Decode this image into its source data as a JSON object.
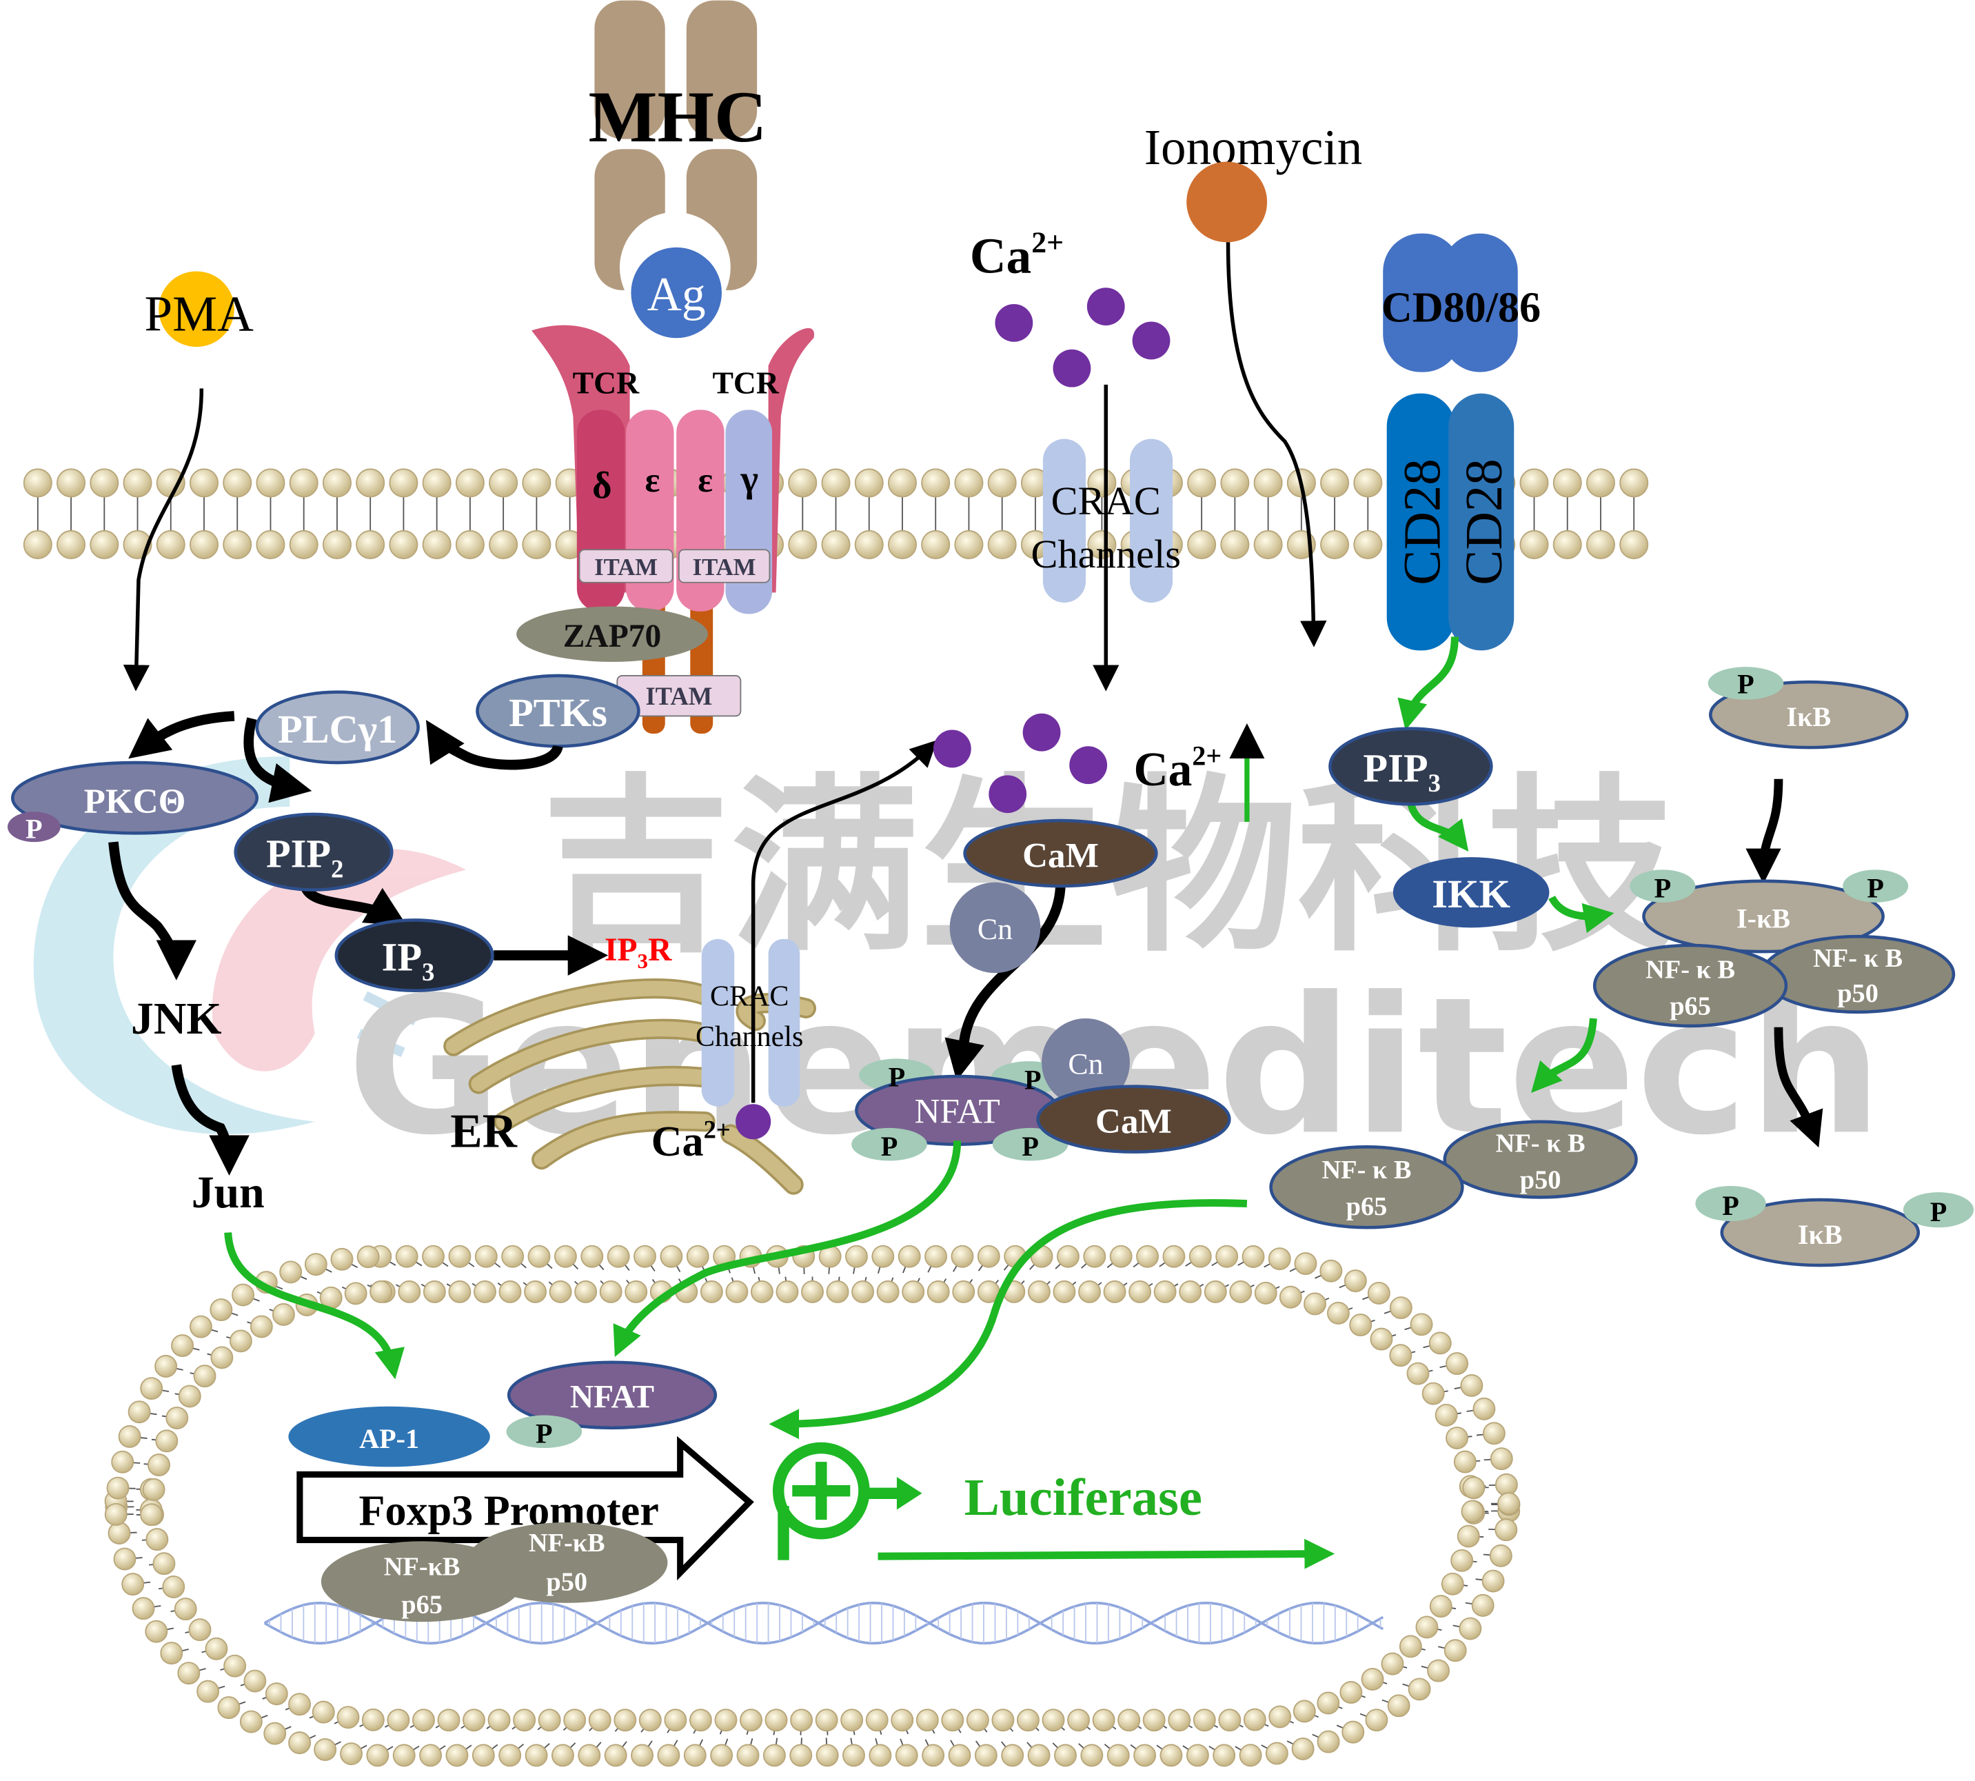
{
  "watermark": {
    "cn": "吉满生物科技",
    "en": "Genemeditech"
  },
  "receptor": {
    "mhc": "MHC",
    "ag": "Ag",
    "tcr_left": "TCR",
    "tcr_right": "TCR",
    "chain_delta": "δ",
    "chain_eps1": "ε",
    "chain_eps2": "ε",
    "chain_gamma": "γ",
    "itam1": "ITAM",
    "itam2": "ITAM",
    "itam3": "ITAM",
    "zap70": "ZAP70",
    "ptks": "PTKs"
  },
  "left_pathway": {
    "pma": "PMA",
    "plcg1": "PLCγ1",
    "pkc": "PKCΘ",
    "p": "P",
    "pip2": "PIP",
    "pip2_sub": "2",
    "ip3": "IP",
    "ip3_sub": "3",
    "ip3r": "IP",
    "ip3r_sub": "3",
    "ip3r_suffix": "R",
    "jnk": "JNK",
    "jun": "Jun",
    "er": "ER"
  },
  "calcium": {
    "ca_top": "Ca",
    "ca_top_sup": "2+",
    "crac_top_1": "CRAC",
    "crac_top_2": "Channels",
    "crac_er_1": "CRAC",
    "crac_er_2": "Channels",
    "ca_er": "Ca",
    "ca_er_sup": "2+",
    "ca_cyto": "Ca",
    "ca_cyto_sup": "2+",
    "cam1": "CaM",
    "cn1": "Cn",
    "cn2": "Cn",
    "cam2": "CaM",
    "nfat": "NFAT",
    "p": "P"
  },
  "costim": {
    "ionomycin": "Ionomycin",
    "cd80": "CD80/86",
    "cd28_a": "CD28",
    "cd28_b": "CD28",
    "pip3": "PIP",
    "pip3_sub": "3",
    "ikk": "IKK",
    "ikb_top": "IκB",
    "ikb_complex": "I-κB",
    "ikb_bottom": "IκB",
    "p": "P",
    "nfkb": "NF- κ B",
    "p65": "p65",
    "p50": "p50"
  },
  "nucleus": {
    "ap1": "AP-1",
    "nfat": "NFAT",
    "p": "P",
    "promoter": "Foxp3 Promoter",
    "nfkb": "NF-κB",
    "p65": "p65",
    "p50": "p50",
    "luciferase": "Luciferase"
  },
  "colors": {
    "arrow_green": "#1db824",
    "calcium": "#7030a0",
    "membrane": "#c9b98a",
    "tcr": "#d4587a",
    "cd28": "#0070c0",
    "ikk": "#2f5597",
    "ip3r": "#ff0000"
  }
}
